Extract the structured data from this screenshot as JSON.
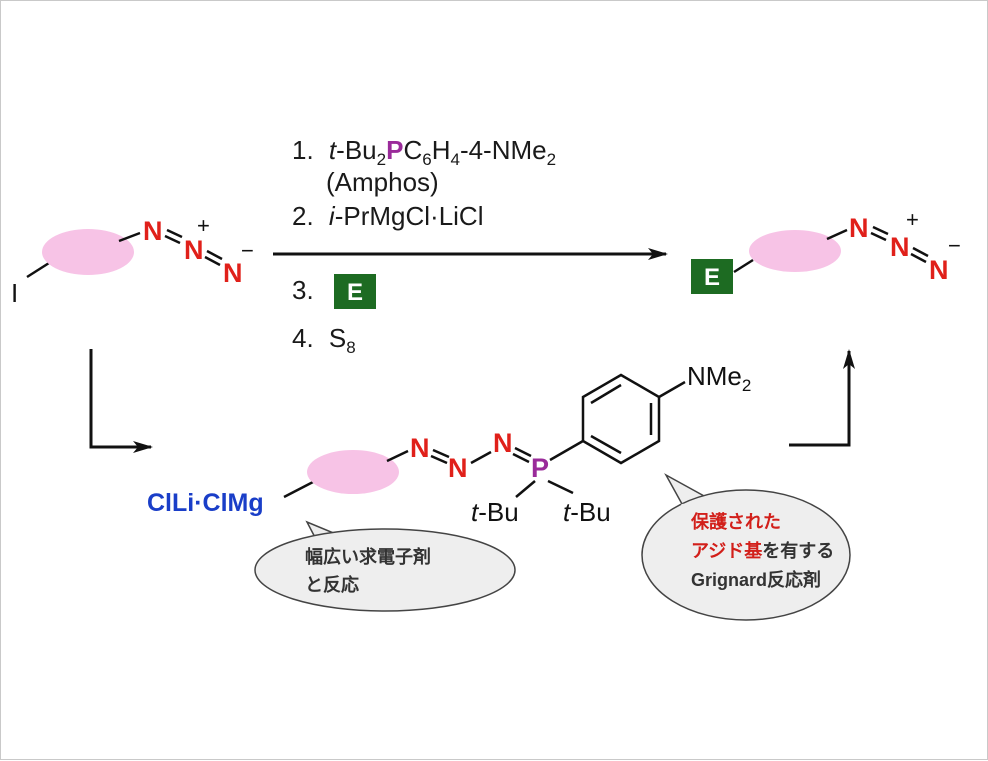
{
  "colors": {
    "nitrogen": "#e0201a",
    "phosphorus": "#9a2b9a",
    "electrophile_box": "#1d6b22",
    "blob": "#f7c3e6",
    "magnesium_label": "#1a3ec8",
    "highlight_red": "#d21f1a",
    "bubble_fill": "#eeeeee"
  },
  "step1": {
    "num": "1.",
    "prefix": "t",
    "bu": "-Bu",
    "bu_sub": "2",
    "p": "P",
    "c": "C",
    "c_sub": "6",
    "h": "H",
    "h_sub": "4",
    "tail": "-4-NMe",
    "tail_sub": "2",
    "note": "(Amphos)"
  },
  "step2": {
    "num": "2.",
    "prefix": "i",
    "text": "-PrMgCl·LiCl"
  },
  "step3": {
    "num": "3.",
    "box": "E"
  },
  "step4": {
    "num": "4.",
    "s": "S",
    "s_sub": "8"
  },
  "start": {
    "iodo": "I",
    "n1": "N",
    "n2": "N",
    "n3": "N",
    "plus": "+",
    "minus": "−"
  },
  "product": {
    "box": "E",
    "n1": "N",
    "n2": "N",
    "n3": "N",
    "plus": "+",
    "minus": "−"
  },
  "intermediate": {
    "mg": "ClLi·ClMg",
    "n1": "N",
    "n2": "N",
    "n3": "N",
    "p": "P",
    "tbu1_t": "t",
    "tbu1": "-Bu",
    "tbu2_t": "t",
    "tbu2": "-Bu",
    "nme": "NMe",
    "nme_sub": "2"
  },
  "bubble_left": {
    "line1": "幅広い求電子剤",
    "line2": "と反応"
  },
  "bubble_right": {
    "line1": "保護された",
    "line2_red": "アジド基",
    "line2_rest": "を有する",
    "line3": "Grignard反応剤"
  }
}
